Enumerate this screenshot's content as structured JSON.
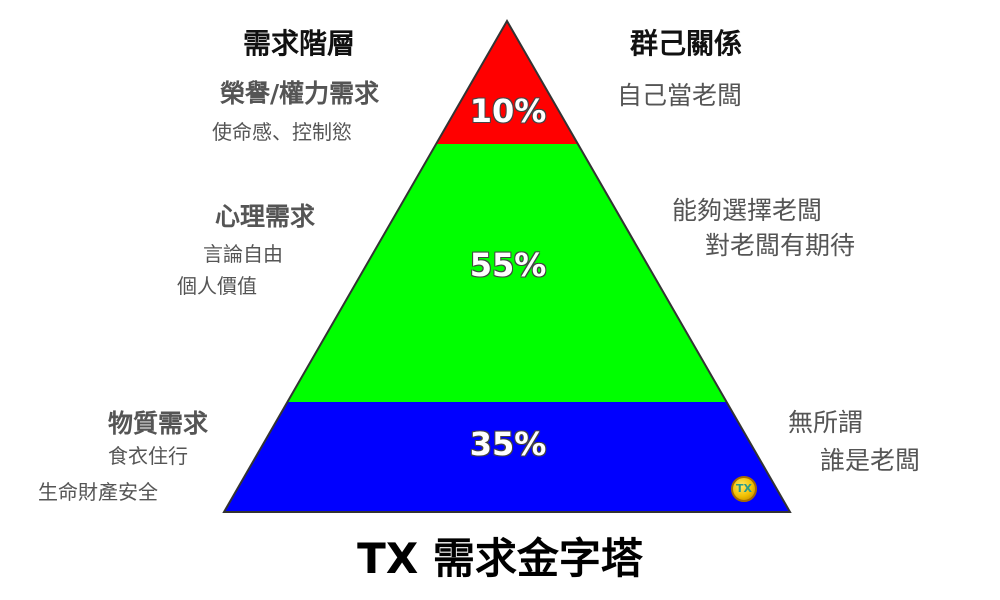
{
  "title": "TX 需求金字塔",
  "left_header": "需求階層",
  "right_header": "群己關係",
  "levels": [
    {
      "name": "top",
      "color": "#ff0000",
      "percent": "10%",
      "left_title": "榮譽/權力需求",
      "left_lines": [
        "使命感、控制慾"
      ],
      "right_lines": [
        "自己當老闆"
      ]
    },
    {
      "name": "middle",
      "color": "#00ff00",
      "percent": "55%",
      "left_title": "心理需求",
      "left_lines": [
        "言論自由",
        "個人價值"
      ],
      "right_lines": [
        "能夠選擇老闆",
        "對老闆有期待"
      ]
    },
    {
      "name": "bottom",
      "color": "#0000ff",
      "percent": "35%",
      "left_title": "物質需求",
      "left_lines": [
        "食衣住行",
        "生命財產安全"
      ],
      "right_lines": [
        "無所謂",
        "誰是老闆"
      ]
    }
  ],
  "logo": {
    "icon": "tx-logo-icon",
    "text": "TX"
  },
  "outline_color": "#333333"
}
